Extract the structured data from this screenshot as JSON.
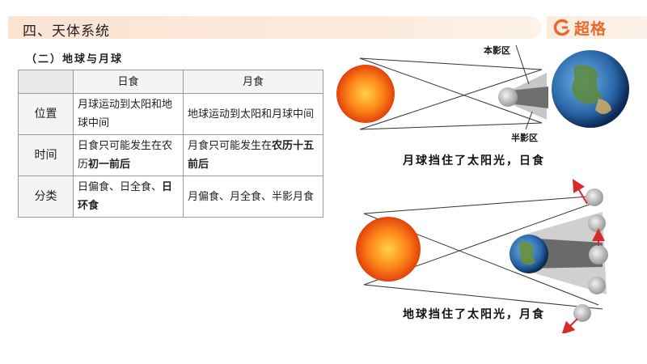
{
  "header": {
    "title": "四、天体系统",
    "logo_text": "超格"
  },
  "section": {
    "title": "（二）地球与月球"
  },
  "table": {
    "columns": [
      "日食",
      "月食"
    ],
    "rows": [
      {
        "label": "位置",
        "solar": "月球运动到太阳和地球中间",
        "lunar": "地球运动到太阳和月球中间"
      },
      {
        "label": "时间",
        "solar_pre": "日食只可能发生在农历",
        "solar_bold": "初一前后",
        "lunar_pre": "月食只可能发生在",
        "lunar_bold": "农历十五前后"
      },
      {
        "label": "分类",
        "solar_pre": "日偏食、日全食、",
        "solar_bold": "日环食",
        "lunar": "月偏食、月全食、半影月食"
      }
    ]
  },
  "diagram": {
    "umbra_label": "本影区",
    "penumbra_label": "半影区",
    "solar_caption": "月球挡住了太阳光，日食",
    "lunar_caption": "地球挡住了太阳光，月食"
  },
  "colors": {
    "accent": "#e8692b",
    "band": "#fbe3d2",
    "arrow": "#d42b2b"
  }
}
